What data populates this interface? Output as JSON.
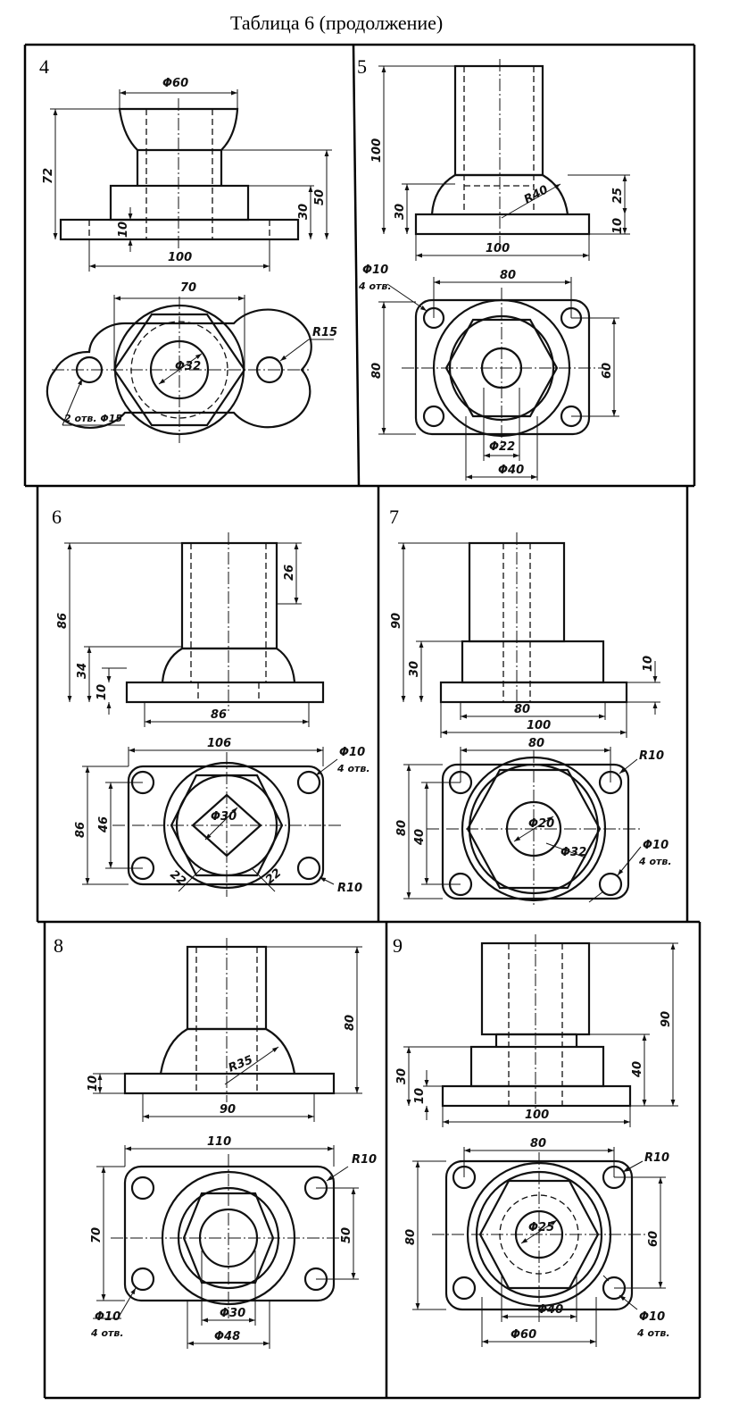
{
  "title": "Таблица 6   (продолжение)",
  "drawings": [
    {
      "id": "4",
      "number": "4",
      "labels": {
        "d_top": "Φ60",
        "h_total": "72",
        "h_mid": "50",
        "h_step": "30",
        "h_flange": "10",
        "w_base": "100",
        "w_holes": "70",
        "d_bore": "Φ32",
        "r_ear": "R15",
        "holes": "2 отв. Φ15"
      }
    },
    {
      "id": "5",
      "number": "5",
      "labels": {
        "h_tube": "100",
        "h_dome": "30",
        "r_dome": "R40",
        "h_right": "25",
        "h_flange": "10",
        "w_base": "100",
        "holes": "Φ10",
        "holes_count": "4 отв.",
        "w_holes": "80",
        "h_side": "80",
        "h_holes": "60",
        "d_inner": "Φ22",
        "d_outer": "Φ40"
      }
    },
    {
      "id": "6",
      "number": "6",
      "labels": {
        "h_total": "86",
        "h_tube": "26",
        "h_dome": "34",
        "h_flange": "10",
        "w_base": "86",
        "w_outer": "106",
        "holes": "Φ10",
        "holes_count": "4 отв.",
        "h_side": "86",
        "h_holes": "46",
        "d_bore": "Φ30",
        "hex_l": "22",
        "hex_r": "22",
        "r_corner": "R10"
      }
    },
    {
      "id": "7",
      "number": "7",
      "labels": {
        "h_total": "90",
        "h_step": "30",
        "h_flange": "10",
        "w_base": "80",
        "w_outer": "100",
        "w_holes": "80",
        "r_corner": "R10",
        "h_side": "80",
        "h_holes": "40",
        "d_inner": "Φ20",
        "d_outer": "Φ32",
        "holes": "Φ10",
        "holes_count": "4 отв."
      }
    },
    {
      "id": "8",
      "number": "8",
      "labels": {
        "h_total": "80",
        "r_dome": "R35",
        "h_flange": "10",
        "w_base": "90",
        "w_outer": "110",
        "r_corner": "R10",
        "h_side": "70",
        "h_holes": "50",
        "d_inner": "Φ30",
        "d_outer": "Φ48",
        "holes": "Φ10",
        "holes_count": "4 отв."
      }
    },
    {
      "id": "9",
      "number": "9",
      "labels": {
        "h_total": "90",
        "h_step": "30",
        "h_mid": "40",
        "h_flange": "10",
        "w_base": "100",
        "w_holes": "80",
        "r_corner": "R10",
        "h_side": "80",
        "h_holes": "60",
        "d_bore": "Φ25",
        "d_inner": "Φ40",
        "d_outer": "Φ60",
        "holes": "Φ10",
        "holes_count": "4 отв."
      }
    }
  ]
}
